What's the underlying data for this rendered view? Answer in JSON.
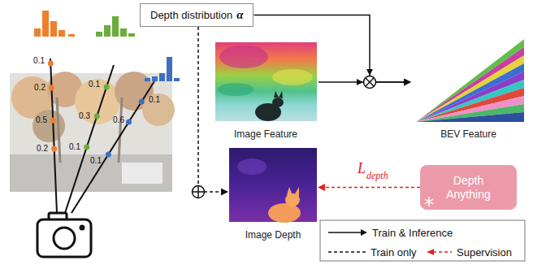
{
  "diagram": {
    "nodes": [
      {
        "text": [
          "Depth distribution",
          "α"
        ]
      },
      {
        "text": [
          "Image Feature"
        ]
      },
      {
        "text": [
          "BEV Feature"
        ]
      },
      {
        "text": [
          "Image Depth"
        ]
      },
      {
        "text": [
          "Depth Anything"
        ]
      }
    ],
    "edges": [
      {
        "from": 1,
        "to": 2,
        "arrow": "to"
      },
      {
        "from": 0,
        "to": 2,
        "arrow": "to"
      },
      {
        "from": 0,
        "to": 3,
        "arrow": "to"
      },
      {
        "from": 4,
        "to": 3,
        "label": "L",
        "arrow": "to"
      }
    ],
    "labels": [
      "0.1",
      "0.2",
      "0.5",
      "0.2",
      "0.1",
      "0.3",
      "0.1",
      "0.1",
      "0.6",
      "0.1",
      "depth"
    ],
    "legend": [
      {
        "text": "Train & Inference"
      },
      {
        "text": "Train only"
      },
      {
        "text": "Supervision"
      }
    ]
  }
}
